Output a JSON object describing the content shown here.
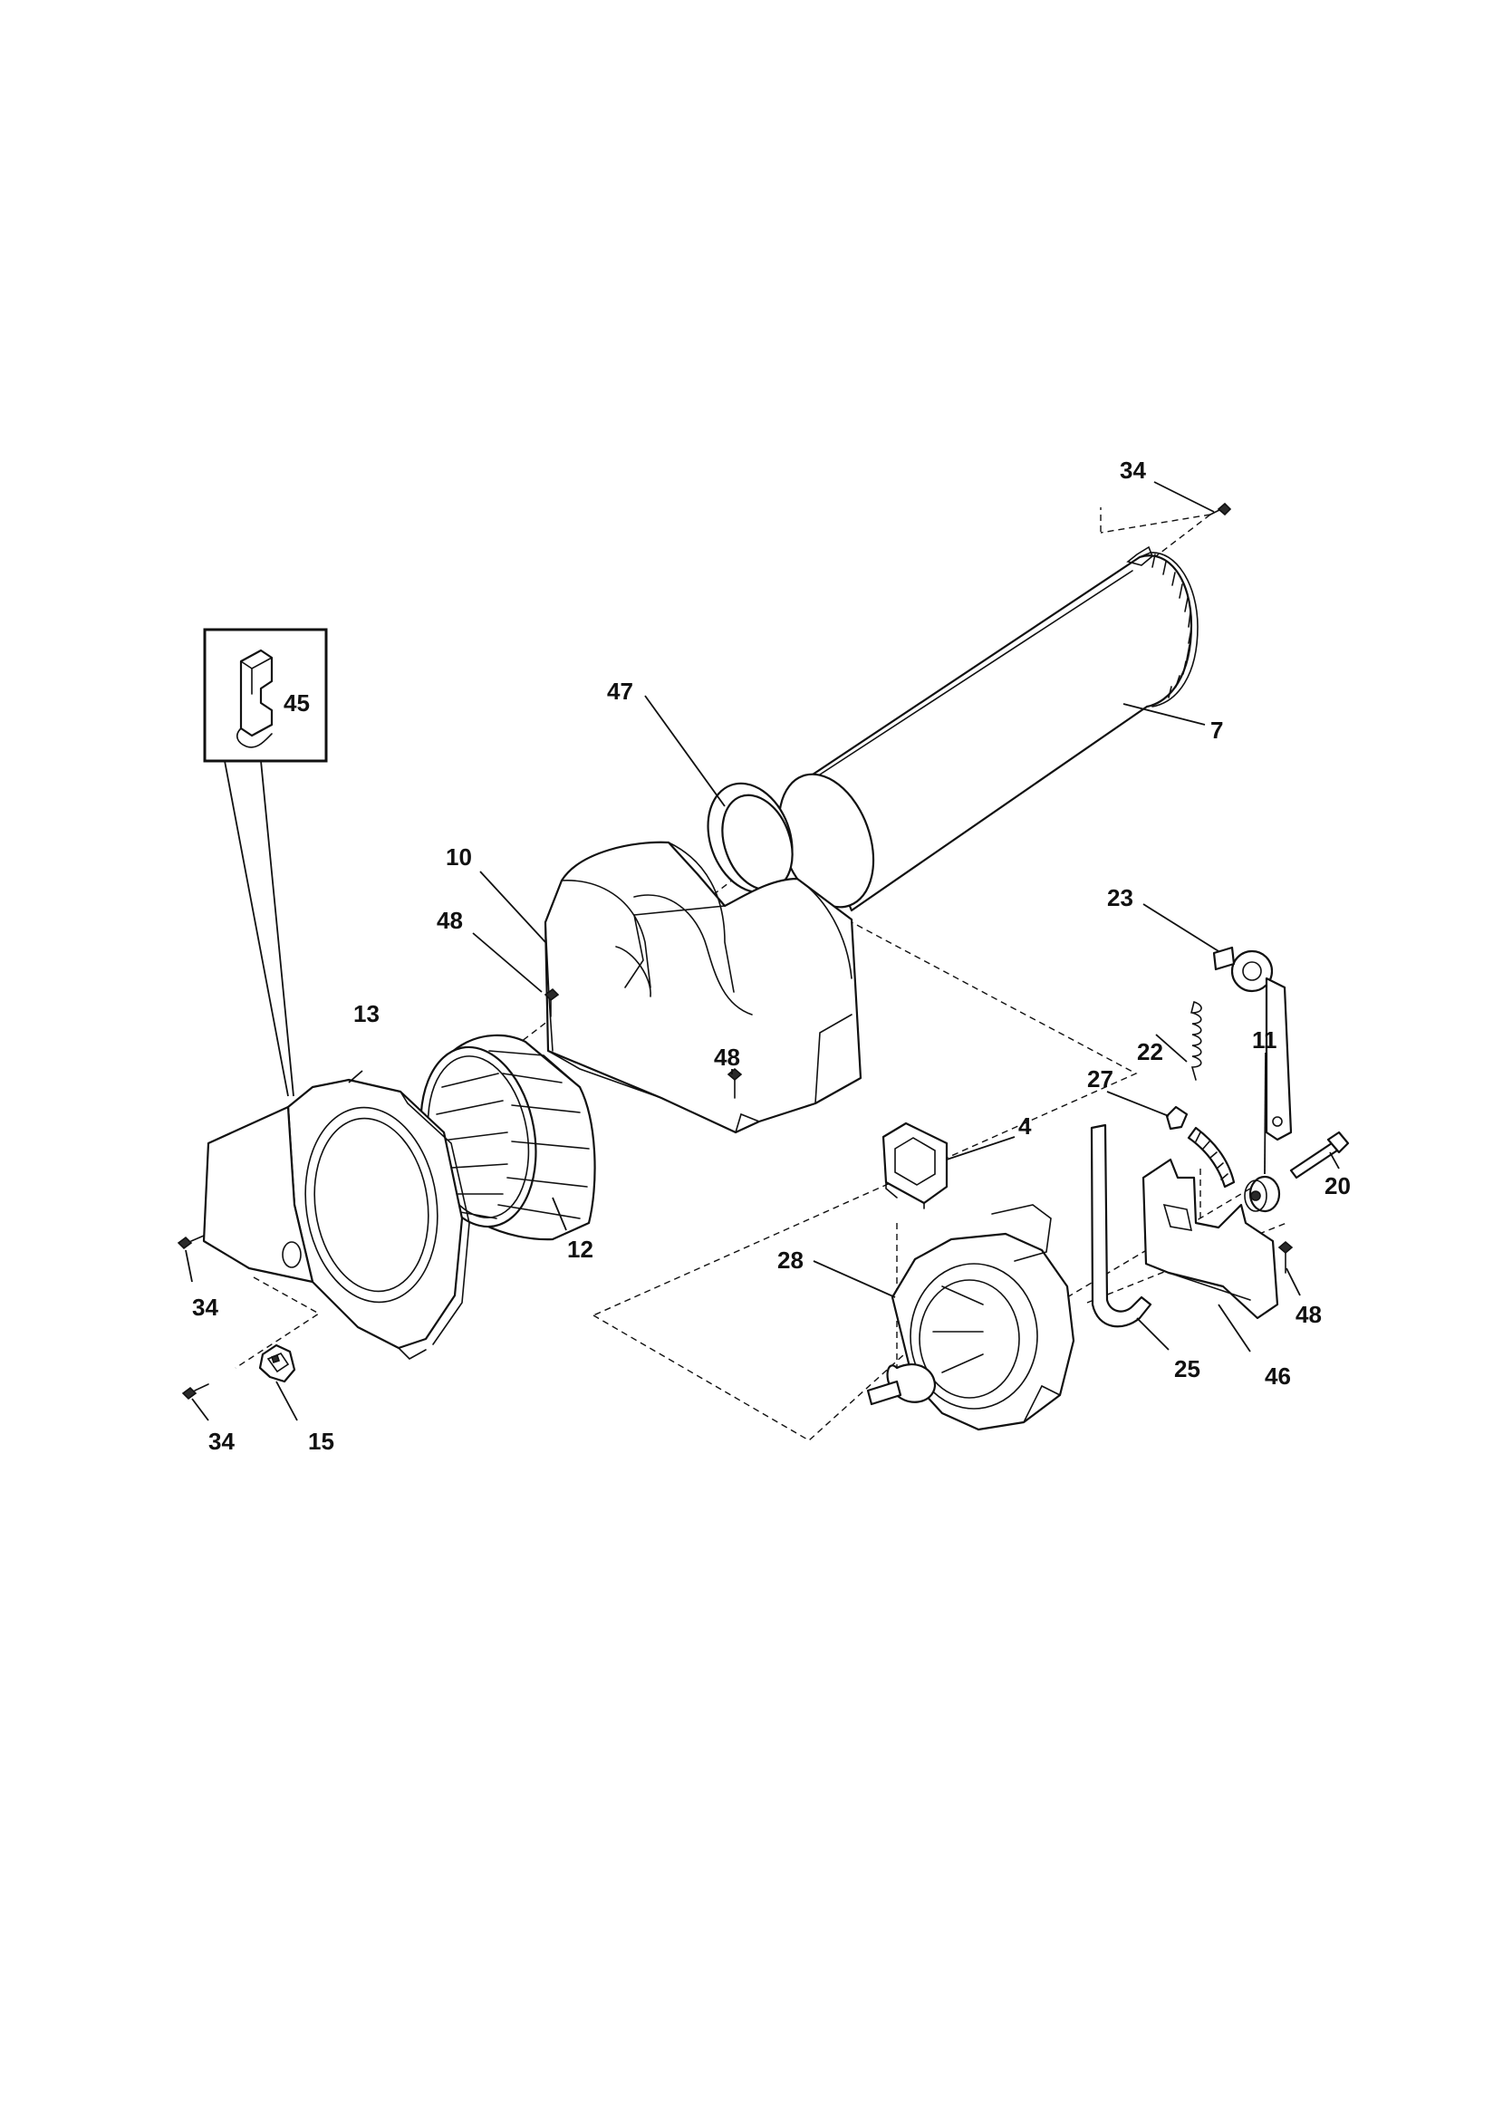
{
  "callouts": {
    "c34a": "34",
    "c7": "7",
    "c47": "47",
    "c45": "45",
    "c10": "10",
    "c48a": "48",
    "c23": "23",
    "c22": "22",
    "c13": "13",
    "c48b": "48",
    "c27": "27",
    "c11": "11",
    "c4": "4",
    "c20": "20",
    "c12": "12",
    "c28": "28",
    "c34b": "34",
    "c48c": "48",
    "c25": "25",
    "c46": "46",
    "c34c": "34",
    "c15": "15"
  }
}
